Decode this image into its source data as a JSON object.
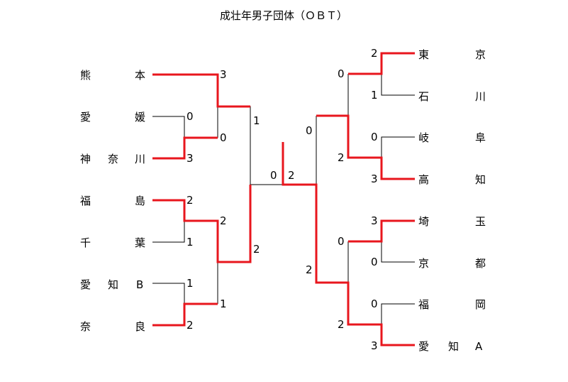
{
  "title": "成壮年男子団体（ＯＢＴ）",
  "left_teams": [
    [
      "熊",
      "",
      "本"
    ],
    [
      "愛",
      "",
      "媛"
    ],
    [
      "神",
      "奈",
      "川"
    ],
    [
      "福",
      "",
      "島"
    ],
    [
      "千",
      "",
      "葉"
    ],
    [
      "愛",
      "知",
      "B"
    ],
    [
      "奈",
      "",
      "良"
    ]
  ],
  "right_teams": [
    [
      "東",
      "京"
    ],
    [
      "石",
      "川"
    ],
    [
      "岐",
      "阜"
    ],
    [
      "高",
      "知"
    ],
    [
      "埼",
      "玉"
    ],
    [
      "京",
      "都"
    ],
    [
      "福",
      "岡"
    ],
    [
      "愛",
      "知",
      "A"
    ]
  ],
  "scores": {
    "L1_kumamoto": "3",
    "L1_ehime": "0",
    "L1_kanagawa": "3",
    "L1_fukushima": "2",
    "L1_chiba": "1",
    "L1_aichiB": "1",
    "L1_nara": "2",
    "L2_ehime_kanagawa": "0",
    "L2_fukushima_chiba": "2",
    "L2_aichiB_nara": "1",
    "L3_top": "1",
    "L3_bottom": "2",
    "final_left": "0",
    "final_right": "2",
    "R1_tokyo": "2",
    "R1_ishikawa": "1",
    "R1_gifu": "0",
    "R1_kochi": "3",
    "R1_saitama": "3",
    "R1_kyoto": "0",
    "R1_fukuoka": "0",
    "R1_aichiA": "3",
    "R2_tokyo_ishikawa": "0",
    "R2_gifu_kochi": "2",
    "R2_saitama_kyoto": "0",
    "R2_fukuoka_aichiA": "2",
    "R3_top": "0",
    "R3_bottom": "2"
  },
  "colors": {
    "winner_line": "#e8161d",
    "line": "#000000",
    "text": "#000000"
  }
}
